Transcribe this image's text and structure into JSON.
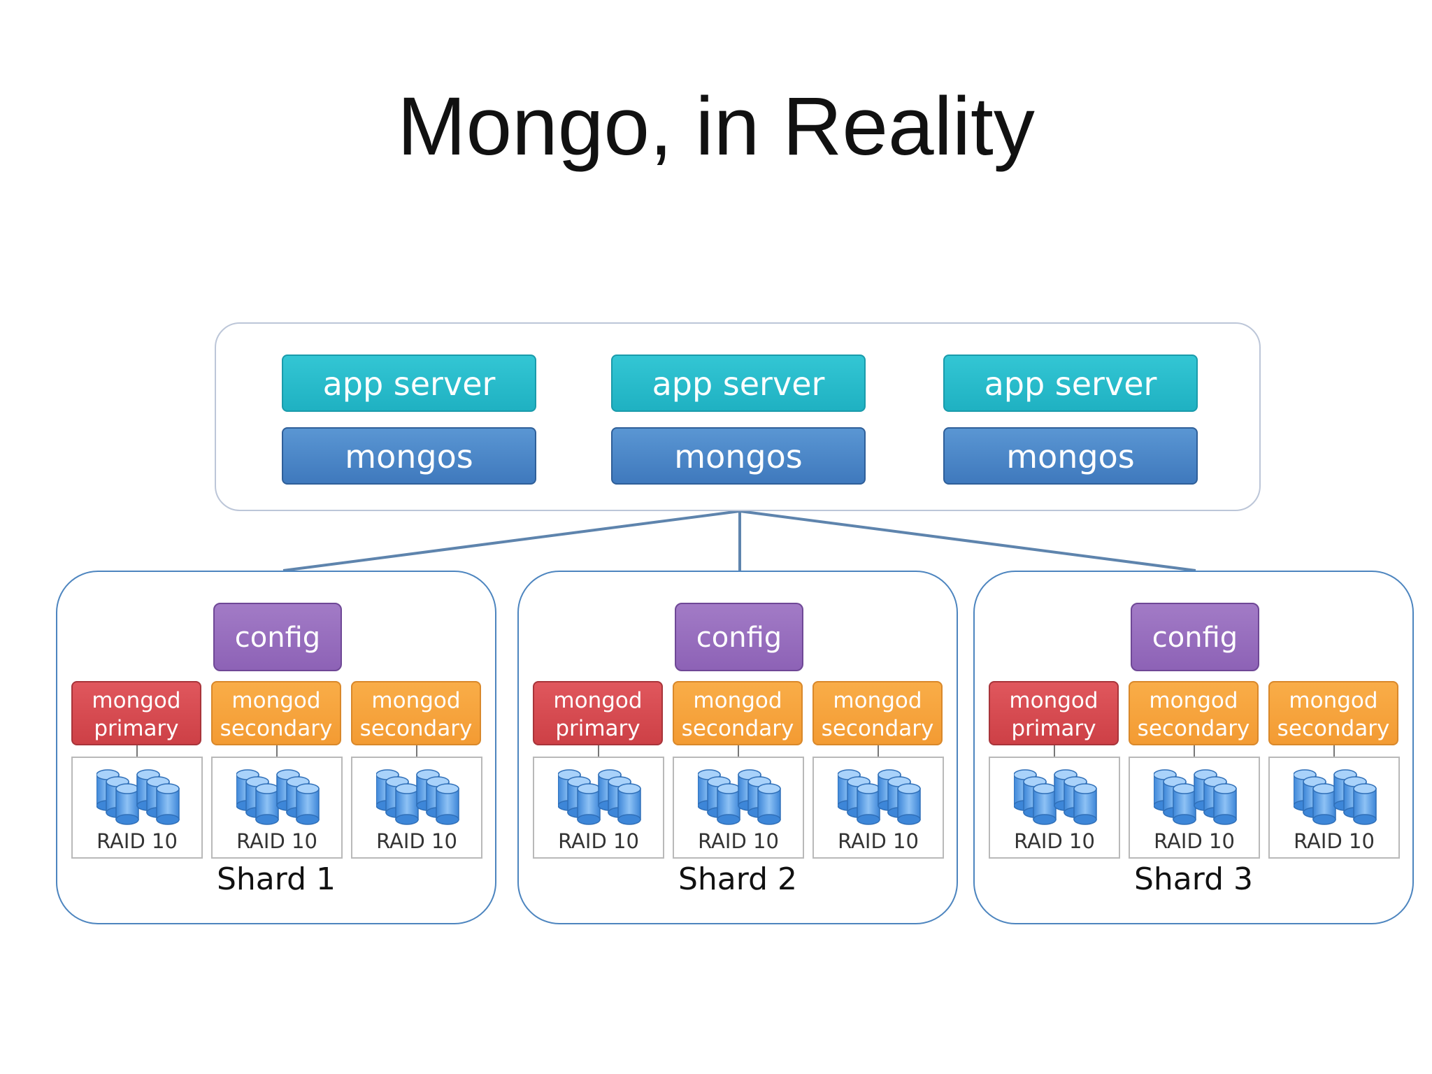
{
  "title": "Mongo, in Reality",
  "app_tier": {
    "stacks": [
      {
        "app_label": "app server",
        "router_label": "mongos"
      },
      {
        "app_label": "app server",
        "router_label": "mongos"
      },
      {
        "app_label": "app server",
        "router_label": "mongos"
      }
    ]
  },
  "shards": [
    {
      "label": "Shard 1",
      "config_label": "config",
      "nodes": [
        {
          "line1": "mongod",
          "line2": "primary",
          "role": "primary",
          "storage_label": "RAID 10"
        },
        {
          "line1": "mongod",
          "line2": "secondary",
          "role": "secondary",
          "storage_label": "RAID 10"
        },
        {
          "line1": "mongod",
          "line2": "secondary",
          "role": "secondary",
          "storage_label": "RAID 10"
        }
      ]
    },
    {
      "label": "Shard 2",
      "config_label": "config",
      "nodes": [
        {
          "line1": "mongod",
          "line2": "primary",
          "role": "primary",
          "storage_label": "RAID 10"
        },
        {
          "line1": "mongod",
          "line2": "secondary",
          "role": "secondary",
          "storage_label": "RAID 10"
        },
        {
          "line1": "mongod",
          "line2": "secondary",
          "role": "secondary",
          "storage_label": "RAID 10"
        }
      ]
    },
    {
      "label": "Shard 3",
      "config_label": "config",
      "nodes": [
        {
          "line1": "mongod",
          "line2": "primary",
          "role": "primary",
          "storage_label": "RAID 10"
        },
        {
          "line1": "mongod",
          "line2": "secondary",
          "role": "secondary",
          "storage_label": "RAID 10"
        },
        {
          "line1": "mongod",
          "line2": "secondary",
          "role": "secondary",
          "storage_label": "RAID 10"
        }
      ]
    }
  ],
  "colors": {
    "app_server": "#22b4c4",
    "mongos": "#4a86c8",
    "config": "#9467bd",
    "primary": "#d44a50",
    "secondary": "#f6a23c",
    "outline": "#4d85bf",
    "disk": "#5b9ee6"
  },
  "icons": {
    "storage": "database-cylinders-icon"
  }
}
